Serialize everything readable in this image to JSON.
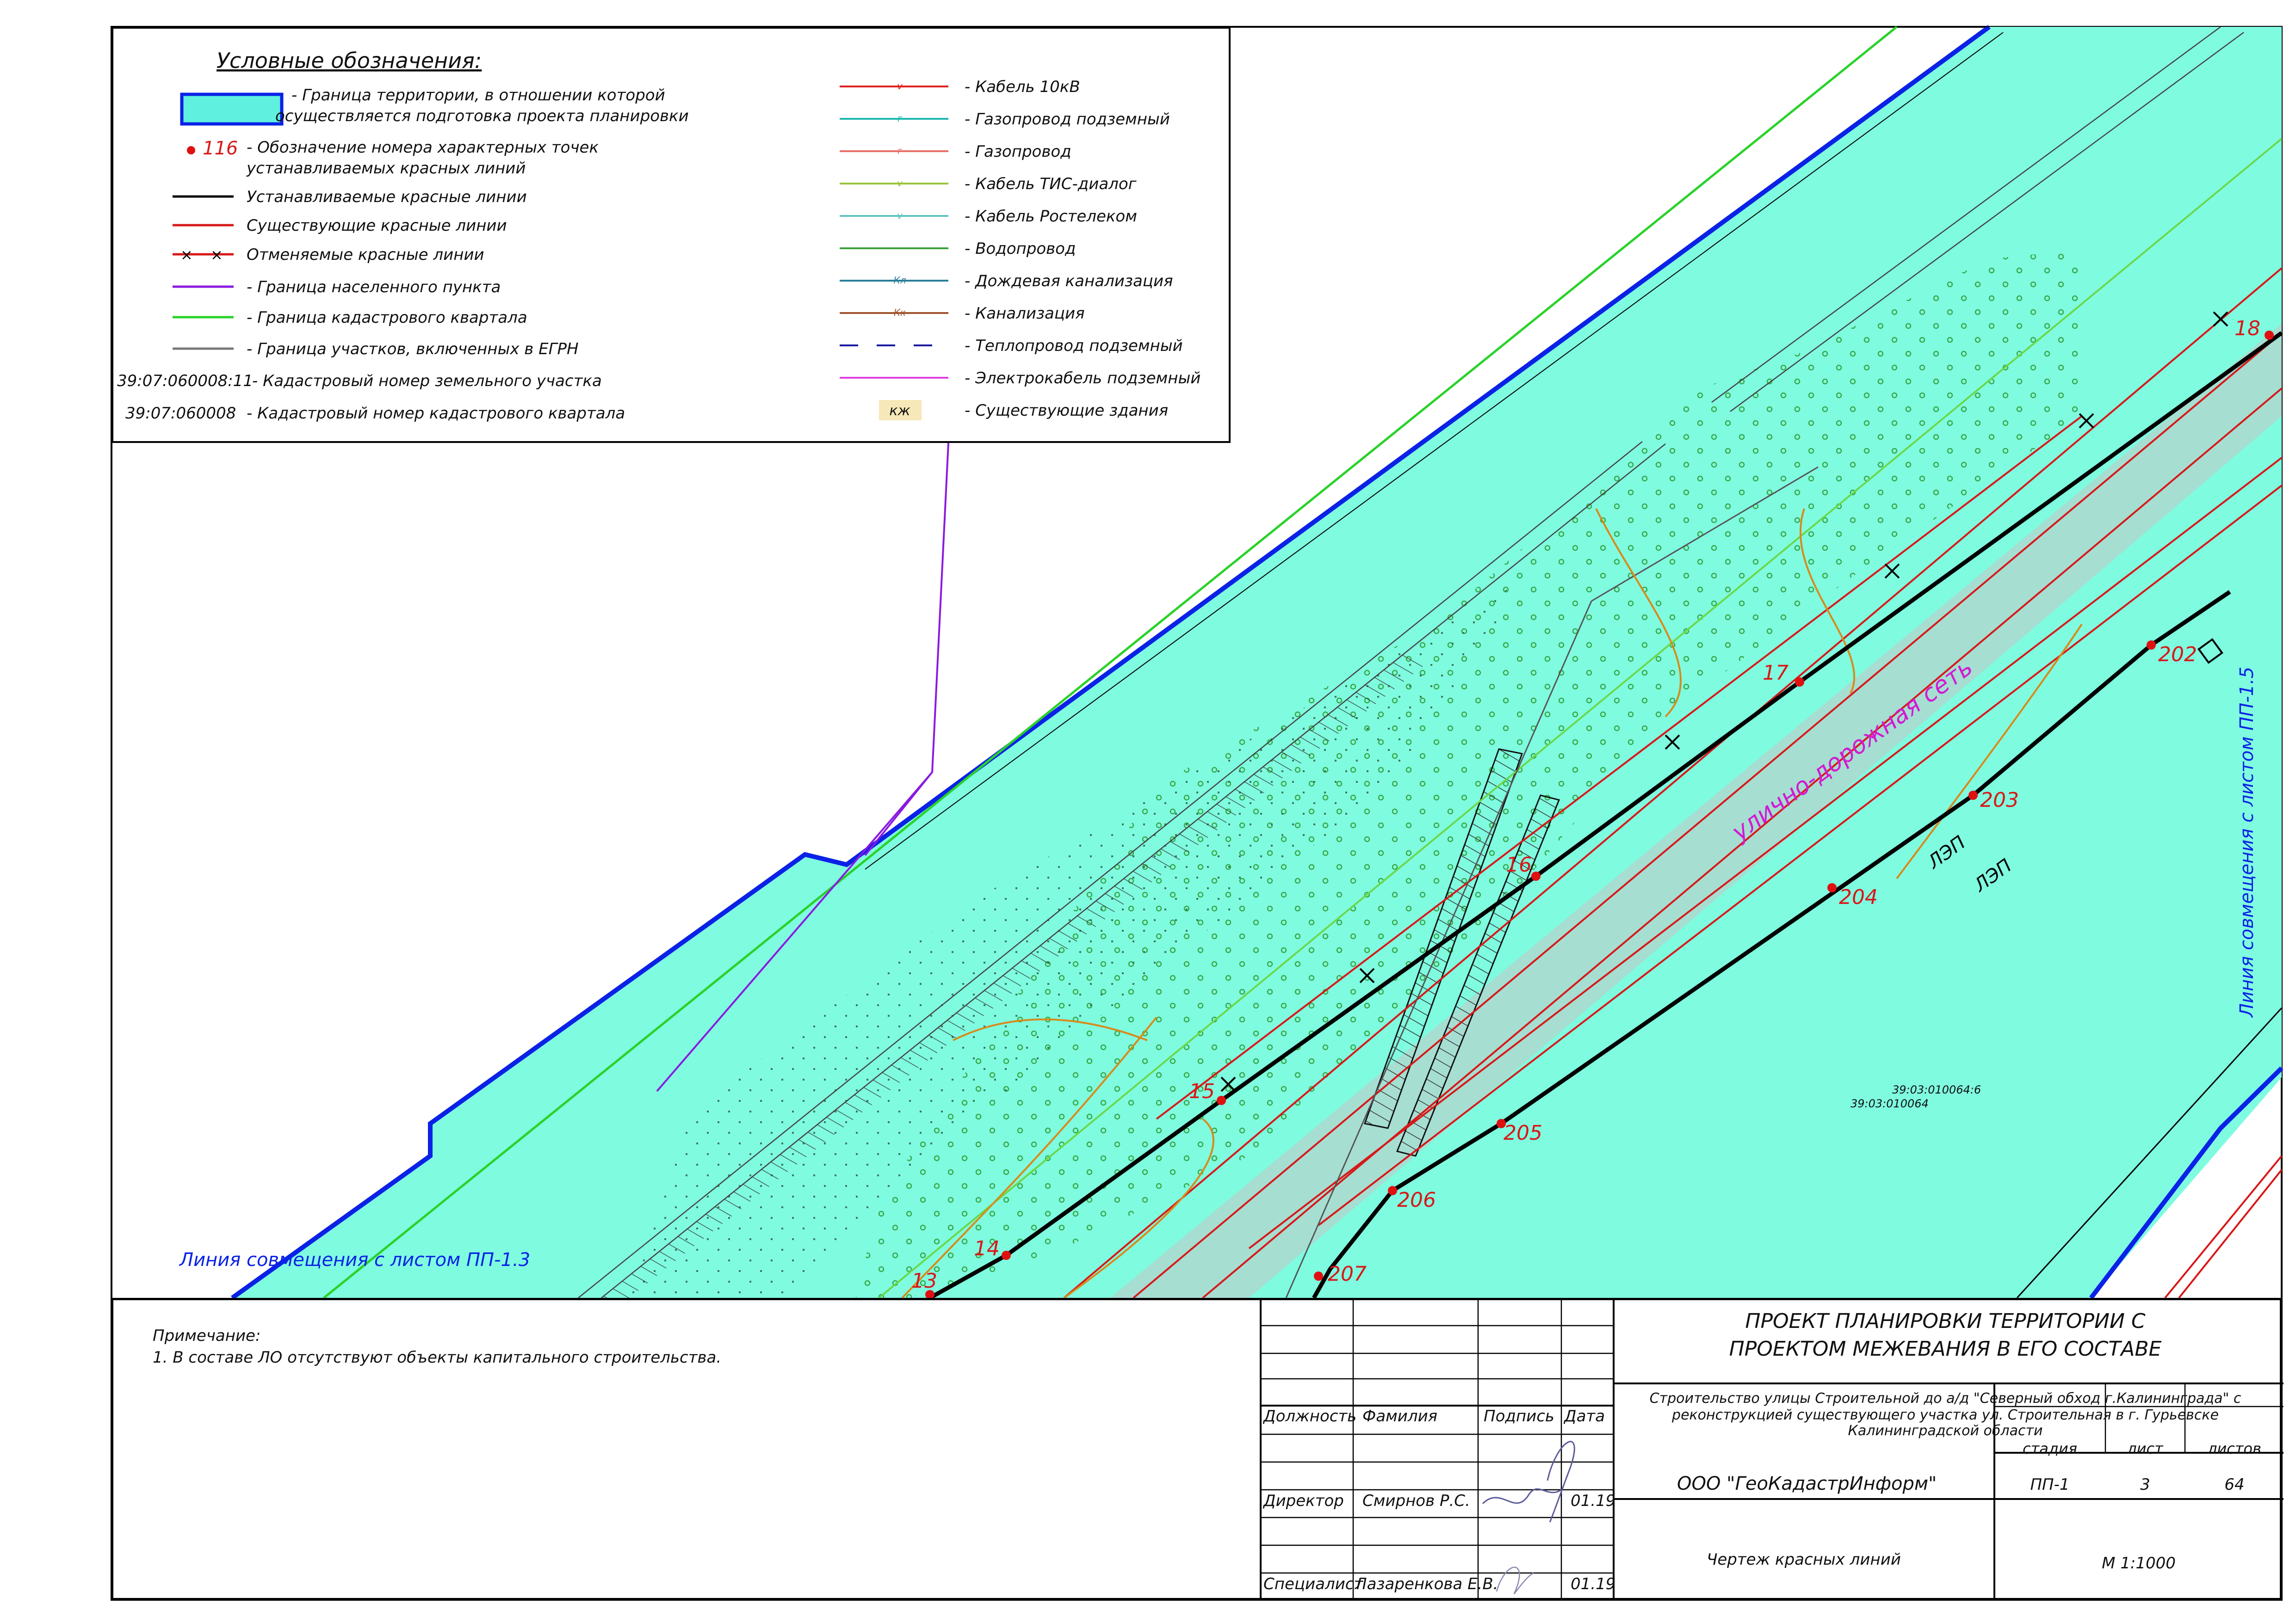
{
  "legend": {
    "title": "Условные обозначения:",
    "left_items": [
      {
        "sample": "fill-box",
        "text1": "- Граница территории, в отношении которой",
        "text2": "осуществляется подготовка проекта планировки"
      },
      {
        "sample": "point",
        "point_label": "116",
        "text1": "- Обозначение номера характерных точек",
        "text2": "устанавливаемых красных линий"
      },
      {
        "sample": "black-line",
        "text1": "Устанавливаемые красные линии"
      },
      {
        "sample": "red-line",
        "text1": "Существующие красные линии"
      },
      {
        "sample": "cross-line",
        "text1": "Отменяемые красные линии"
      },
      {
        "sample": "purple-line",
        "text1": "- Граница населенного пункта"
      },
      {
        "sample": "green-line",
        "text1": "- Граница кадастрового квартала"
      },
      {
        "sample": "gray-line",
        "text1": "- Граница участков, включенных в ЕГРН"
      },
      {
        "sample": "text",
        "sample_text": "39:07:060008:11",
        "text1": "- Кадастровый номер земельного участка"
      },
      {
        "sample": "text",
        "sample_text": "39:07:060008",
        "text1": "- Кадастровый номер кадастрового квартала"
      }
    ],
    "right_items": [
      {
        "color": "#e0201c",
        "mark": "v",
        "text": "- Кабель 10кВ"
      },
      {
        "color": "#1fb6b0",
        "mark": "г",
        "text": "- Газопровод подземный"
      },
      {
        "color": "#e8706a",
        "mark": "г",
        "text": "- Газопровод"
      },
      {
        "color": "#9ac43a",
        "mark": "v",
        "text": "- Кабель ТИС-диалог"
      },
      {
        "color": "#5fc4c0",
        "mark": "v",
        "text": "- Кабель Ростелеком"
      },
      {
        "color": "#3aa23a",
        "mark": "",
        "text": "- Водопровод"
      },
      {
        "color": "#2a7f9a",
        "mark": "Кл",
        "text": "- Дождевая канализация"
      },
      {
        "color": "#a0522d",
        "mark": "Кк",
        "text": "- Канализация"
      },
      {
        "color": "#1a1aa0",
        "mark": "",
        "text": "- Теплопровод подземный"
      },
      {
        "color": "#e040e0",
        "mark": "",
        "text": "- Электрокабель подземный"
      },
      {
        "color": "#f6e8b8",
        "mark": "кж",
        "text": "- Существующие здания"
      }
    ]
  },
  "map": {
    "colors": {
      "territory": "#7ffbe0",
      "boundary": "#0a22e6",
      "red_line": "#d81818",
      "black_line": "#000000",
      "street": "#c7c7c7"
    },
    "points": [
      {
        "label": "13"
      },
      {
        "label": "14"
      },
      {
        "label": "15"
      },
      {
        "label": "16"
      },
      {
        "label": "17"
      },
      {
        "label": "18"
      },
      {
        "label": "202"
      },
      {
        "label": "203"
      },
      {
        "label": "204"
      },
      {
        "label": "205"
      },
      {
        "label": "206"
      },
      {
        "label": "207"
      }
    ],
    "street_label": "улично-дорожная сеть",
    "lep_label": "ЛЭП",
    "cad_quarter": "39:03:010064",
    "cad_parcel": "39:03:010064:6",
    "join_left": "Линия совмещения с листом ПП-1.3",
    "join_right": "Линия совмещения с листом ПП-1.5"
  },
  "note": {
    "title": "Примечание:",
    "line1": "1. В составе ЛО отсутствуют объекты капитального строительства."
  },
  "stamp": {
    "title_line1": "ПРОЕКТ ПЛАНИРОВКИ ТЕРРИТОРИИ С",
    "title_line2": "ПРОЕКТОМ МЕЖЕВАНИЯ В ЕГО СОСТАВЕ",
    "subtitle_line1": "Строительство улицы Строительной до а/д \"Северный обход г.Калининграда\" с",
    "subtitle_line2": "реконструкцией существующего участка ул. Строительная в г. Гурьевске",
    "subtitle_line3": "Калининградской области",
    "headers": {
      "position": "Должность",
      "name": "Фамилия",
      "signature": "Подпись",
      "date": "Дата"
    },
    "rows": [
      {
        "position": "Директор",
        "name": "Смирнов Р.С.",
        "date": "01.19"
      },
      {
        "position": "Специалист",
        "name": "Лазаренкова Е.В.",
        "date": "01.19"
      }
    ],
    "company": "ООО \"ГеоКадастрИнформ\"",
    "stage_label": "стадия",
    "stage": "ПП-1",
    "sheet_label": "лист",
    "sheet": "3",
    "sheets_label": "листов",
    "sheets": "64",
    "drawing_name": "Чертеж красных линий",
    "scale": "М 1:1000"
  }
}
